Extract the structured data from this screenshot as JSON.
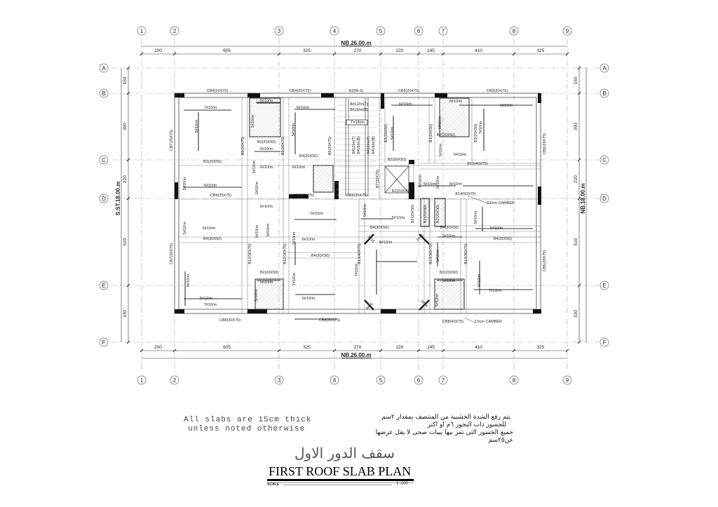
{
  "grid": {
    "columns": [
      "1",
      "2",
      "3",
      "4",
      "5",
      "6",
      "7",
      "8",
      "9"
    ],
    "rows": [
      "A",
      "B",
      "C",
      "D",
      "E",
      "F"
    ]
  },
  "dimensions": {
    "overall_top": "NB.26.00.m",
    "overall_bottom": "NB.26.00.m",
    "overall_left": "S.ST.18.00.m",
    "overall_right": "NB.18.00.m",
    "horizontal": [
      "200",
      "605",
      "325",
      "270",
      "220",
      "145",
      "410",
      "325"
    ],
    "vertical": [
      "150",
      "390",
      "220",
      "510",
      "330"
    ]
  },
  "beams": [
    "CB4(20X75)",
    "CB4(20X75)",
    "B3(W.S)",
    "CB5(20X75)",
    "CB5(20X75)",
    "CB7(20X75)",
    "B6(20X75)",
    "B6(20X75)",
    "B6(20X75)",
    "B2(20X50)",
    "B4(30X50)",
    "B3(20X50)",
    "CB9(35X75)",
    "CB9(35X75)",
    "CB9(35X75)",
    "B3(20X50)",
    "B3(20X50)",
    "B3(20X50)",
    "B2(20X50)",
    "B2(20X50)",
    "B13(40X75)",
    "B7(20X75)",
    "B2(20X50)",
    "B14(50X75)",
    "2.5cm CAMBER",
    "CB6(20X75)",
    "B4(30X50)",
    "B12(30X75)",
    "B12(30X75)",
    "B2(20X50)",
    "B4(30X50)",
    "CB7(20X75)",
    "B13(40X75)",
    "B4(30X50)",
    "B4(30X50)",
    "B13(30X75)",
    "B13(30X75)",
    "B2(20X50)",
    "B4(30X50)",
    "CB8(30X75)",
    "CB8(30X75)",
    "CB8(40X75)",
    "2.5cm CAMBER",
    "CB6(20X75)",
    "B2(20X50)",
    "B2(20X50)",
    "B2(20X50)"
  ],
  "rebars": [
    "7#10/m",
    "6#10/m",
    "5#10/m",
    "5#10/m",
    "5#10/m",
    "5#10/m",
    "6#10/m",
    "5#10/m",
    "5#10/m",
    "5#10/m",
    "5#10/m",
    "5#10/m",
    "5#10/m",
    "8#12/m(T)",
    "8#16/m(B)",
    "T=18cm",
    "8#12/m(T)",
    "8#16/m(B)",
    "8#12/m(T)",
    "8#16/m(B)",
    "6#10/m",
    "5#10/m",
    "5#10/m",
    "5#10/m",
    "6#10/m",
    "7#10/m",
    "5#10/m",
    "5#10/m",
    "5#10/m",
    "6#10/m",
    "5#10/m",
    "5#10/m",
    "6#10/m",
    "5#10/m",
    "5#10/m",
    "5#10/m",
    "7#10/m",
    "6#10/m",
    "5#10/m",
    "8#10/m",
    "7#10/m",
    "5#10/m",
    "5#10/m",
    "7#10/m",
    "6#10/m",
    "5#10/m",
    "5#10/m",
    "8#10/m",
    "7#10/m",
    "3#16",
    "3#16",
    "3#16",
    "3#16",
    "5#10/m",
    "5#10/m",
    "5#10/m",
    "5#10/m",
    "5#10/m",
    "5#10/m",
    "8#10/m",
    "7#10/m",
    "5#10/m",
    "5#10/m"
  ],
  "notes": {
    "slab_line1": "All slabs are 15cm thick",
    "slab_line2": "unless noted otherwise",
    "arabic": [
      "يتم رفع الشدة الخشبية من المنتصف بمقدار ٢سم",
      "للجسور ذات البحور ٦م او اكثر",
      "جميع الجسور التى تمر بيها بيبات صحى لا يقل عرضها عن٢٥سم"
    ]
  },
  "title": {
    "arabic": "سقف الدور الاول",
    "english": "FIRST  ROOF SLAB PLAN",
    "scale_label": "SCALE",
    "scale_value": "1 :100"
  }
}
